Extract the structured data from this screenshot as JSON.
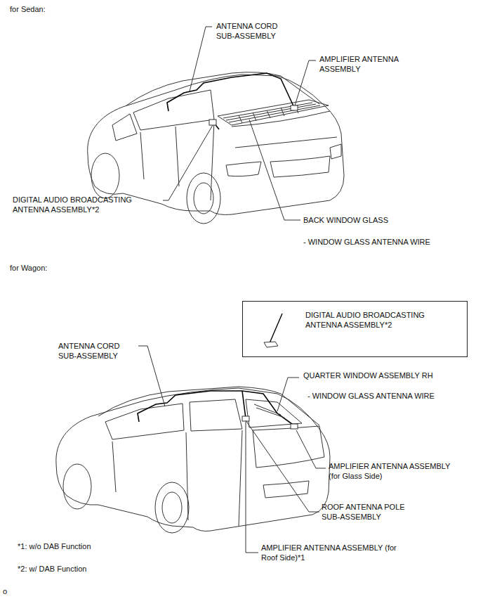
{
  "diagram": {
    "nodes": [
      {
        "text": [
          "DIGITAL AUDIO BROADCASTING ANTENNA ASSEMBLY*2"
        ]
      }
    ],
    "labels": [
      "for Sedan:",
      "ANTENNA CORD SUB-ASSEMBLY",
      "AMPLIFIER ANTENNA ASSEMBLY",
      "DIGITAL AUDIO BROADCASTING ANTENNA ASSEMBLY*2",
      "BACK WINDOW GLASS",
      "- WINDOW GLASS ANTENNA WIRE",
      "for Wagon:",
      "ANTENNA CORD SUB-ASSEMBLY",
      "QUARTER WINDOW ASSEMBLY RH",
      "- WINDOW GLASS ANTENNA WIRE",
      "AMPLIFIER ANTENNA ASSEMBLY (for Glass Side)",
      "ROOF ANTENNA POLE SUB-ASSEMBLY",
      "*1: w/o DAB Function",
      "*2: w/ DAB Function",
      "AMPLIFIER ANTENNA ASSEMBLY (for Roof Side)*1",
      "o"
    ]
  }
}
